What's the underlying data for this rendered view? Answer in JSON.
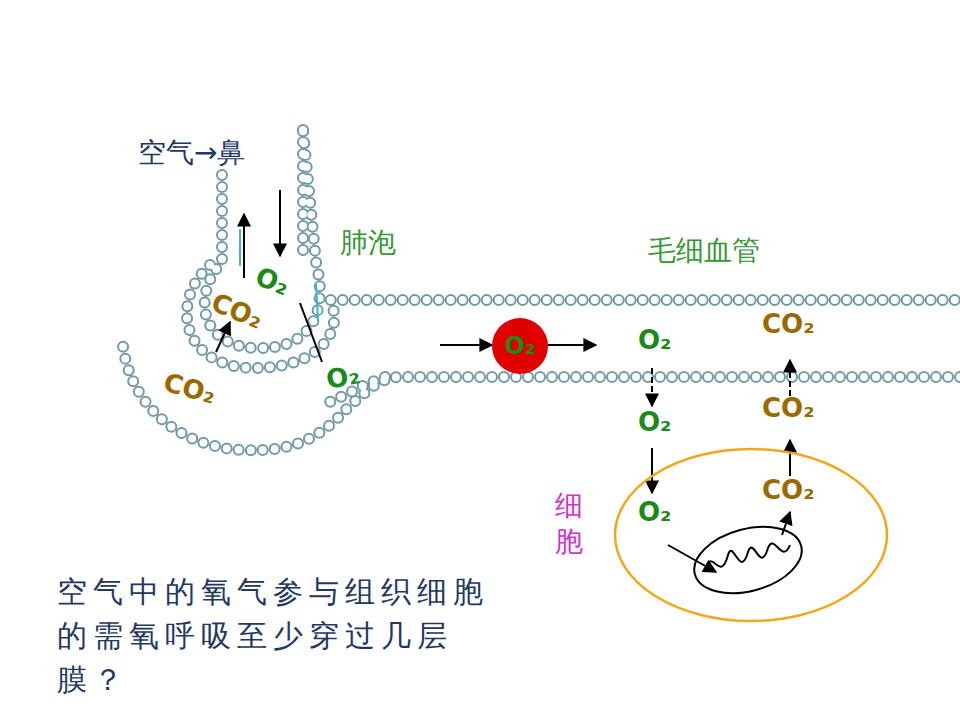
{
  "diagram": {
    "caption": "空气中的氧气参与组织细胞 的需氧呼吸至少穿过几层膜？",
    "nodes": [
      {
        "text": [
          "O₂"
        ]
      },
      {
        "text": [
          "细胞"
        ]
      }
    ],
    "labels": [
      "空气→鼻",
      "肺泡",
      "毛细血管",
      "O₂",
      "CO₂",
      "CO₂",
      "O₂",
      "O₂",
      "CO₂",
      "O₂",
      "CO₂",
      "O₂",
      "CO₂"
    ]
  }
}
